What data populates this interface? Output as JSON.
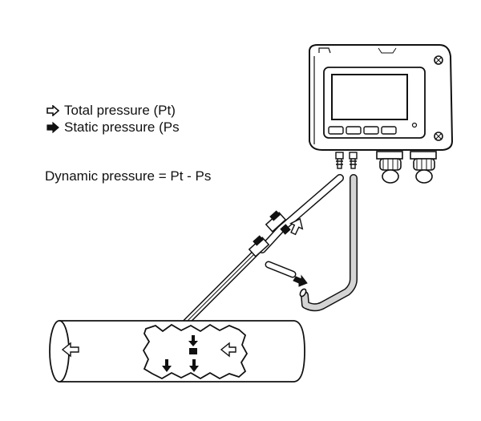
{
  "legend": {
    "total_label": "Total pressure (Pt)",
    "static_label": "Static pressure (Ps"
  },
  "formula": "Dynamic pressure = Pt - Ps",
  "icons": {
    "total": "hollow-arrow-right-icon",
    "static": "solid-arrow-right-icon"
  }
}
